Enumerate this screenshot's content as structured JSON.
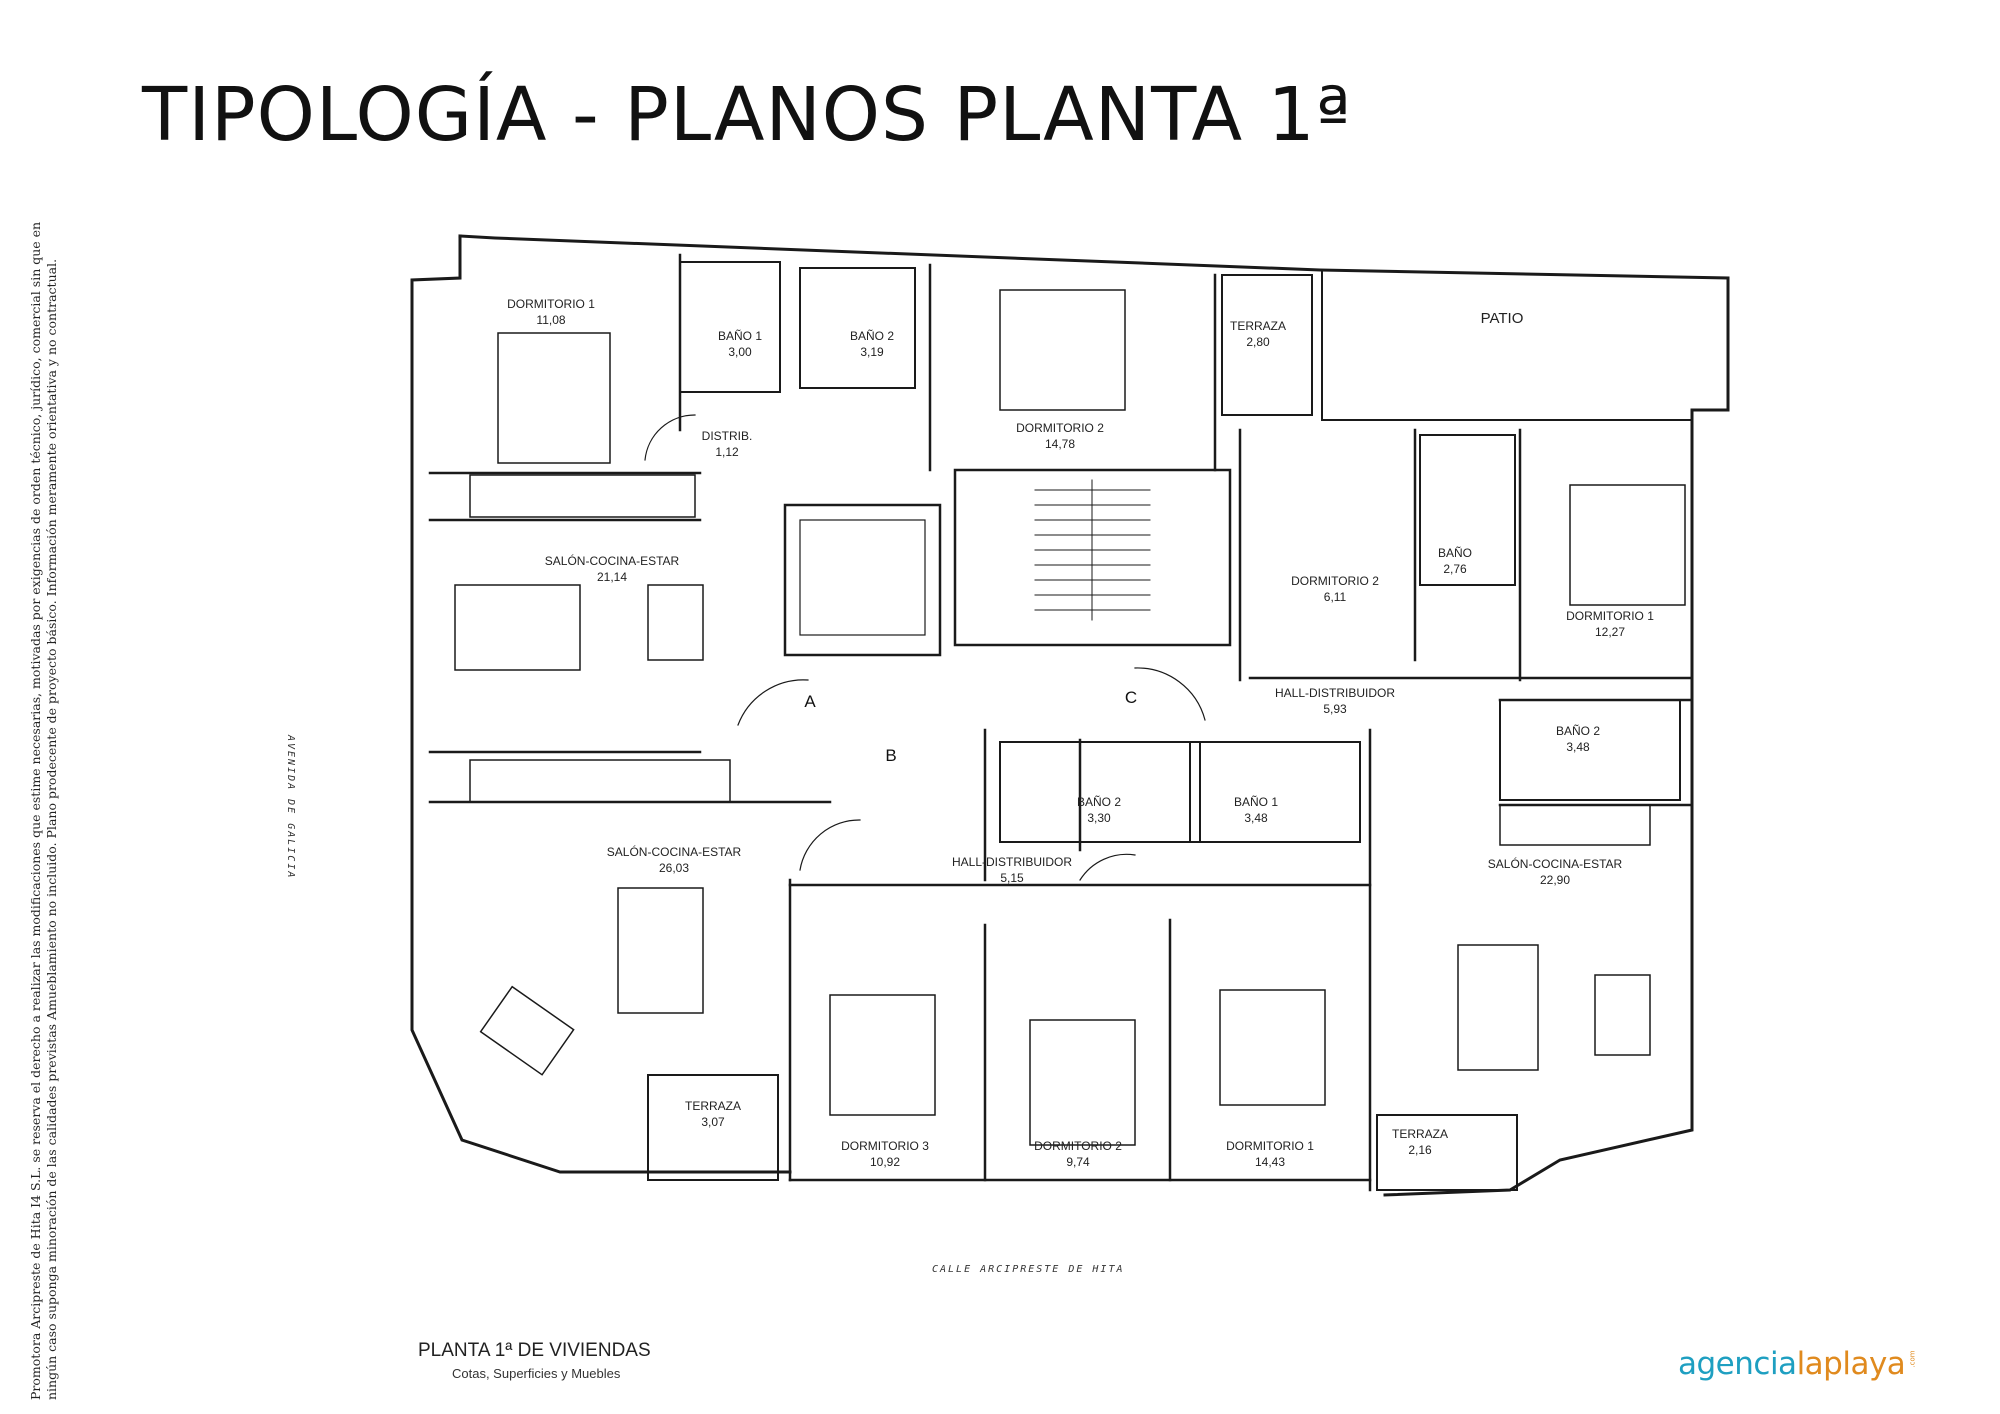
{
  "page": {
    "title": "TIPOLOGÍA - PLANOS PLANTA 1ª",
    "disclaimer_line1": "Promotora Arcipreste de Hita I4 S.L. se reserva el derecho a realizar las modificaciones que estime necesarias, motivadas por exigencias de orden técnico, jurídico, comercial sin que en",
    "disclaimer_line2": "ningún caso suponga minoración de las calidades previstas Amueblamiento no incluido. Plano prodecente de proyecto básico. Información meramente orientativa y no contractual."
  },
  "plan": {
    "caption": "PLANTA 1ª DE VIVIENDAS",
    "subcaption": "Cotas, Superficies y Muebles",
    "street_bottom": "CALLE ARCIPRESTE DE HITA",
    "street_left": "AVENIDA DE GALICIA",
    "patio": "PATIO",
    "doors": {
      "a": "A",
      "b": "B",
      "c": "C"
    },
    "unit_a": {
      "dormitorio1": {
        "name": "DORMITORIO 1",
        "area": "11,08"
      },
      "bano1": {
        "name": "BAÑO 1",
        "area": "3,00"
      },
      "bano2": {
        "name": "BAÑO 2",
        "area": "3,19"
      },
      "distrib": {
        "name": "DISTRIB.",
        "area": "1,12"
      },
      "salon": {
        "name": "SALÓN-COCINA-ESTAR",
        "area": "21,14"
      },
      "dormitorio2": {
        "name": "DORMITORIO 2",
        "area": "14,78"
      },
      "terraza": {
        "name": "TERRAZA",
        "area": "2,80"
      }
    },
    "unit_c": {
      "dormitorio2": {
        "name": "DORMITORIO 2",
        "area": "6,11"
      },
      "bano": {
        "name": "BAÑO",
        "area": "2,76"
      },
      "dormitorio1": {
        "name": "DORMITORIO 1",
        "area": "12,27"
      },
      "hall": {
        "name": "HALL-DISTRIBUIDOR",
        "area": "5,93"
      },
      "bano2": {
        "name": "BAÑO 2",
        "area": "3,48"
      },
      "salon": {
        "name": "SALÓN-COCINA-ESTAR",
        "area": "22,90"
      },
      "terraza": {
        "name": "TERRAZA",
        "area": "2,16"
      }
    },
    "unit_b": {
      "salon": {
        "name": "SALÓN-COCINA-ESTAR",
        "area": "26,03"
      },
      "bano2": {
        "name": "BAÑO 2",
        "area": "3,30"
      },
      "bano1": {
        "name": "BAÑO 1",
        "area": "3,48"
      },
      "hall": {
        "name": "HALL-DISTRIBUIDOR",
        "area": "5,15"
      },
      "terraza": {
        "name": "TERRAZA",
        "area": "3,07"
      },
      "dormitorio3": {
        "name": "DORMITORIO 3",
        "area": "10,92"
      },
      "dormitorio2": {
        "name": "DORMITORIO 2",
        "area": "9,74"
      },
      "dormitorio1": {
        "name": "DORMITORIO 1",
        "area": "14,43"
      }
    }
  },
  "logo": {
    "part1": "agencia",
    "part2": "laplaya",
    "suffix": ".com"
  },
  "colors": {
    "logo_blue": "#1e9fc1",
    "logo_orange": "#e08a1e",
    "ink": "#1a1a1a"
  }
}
